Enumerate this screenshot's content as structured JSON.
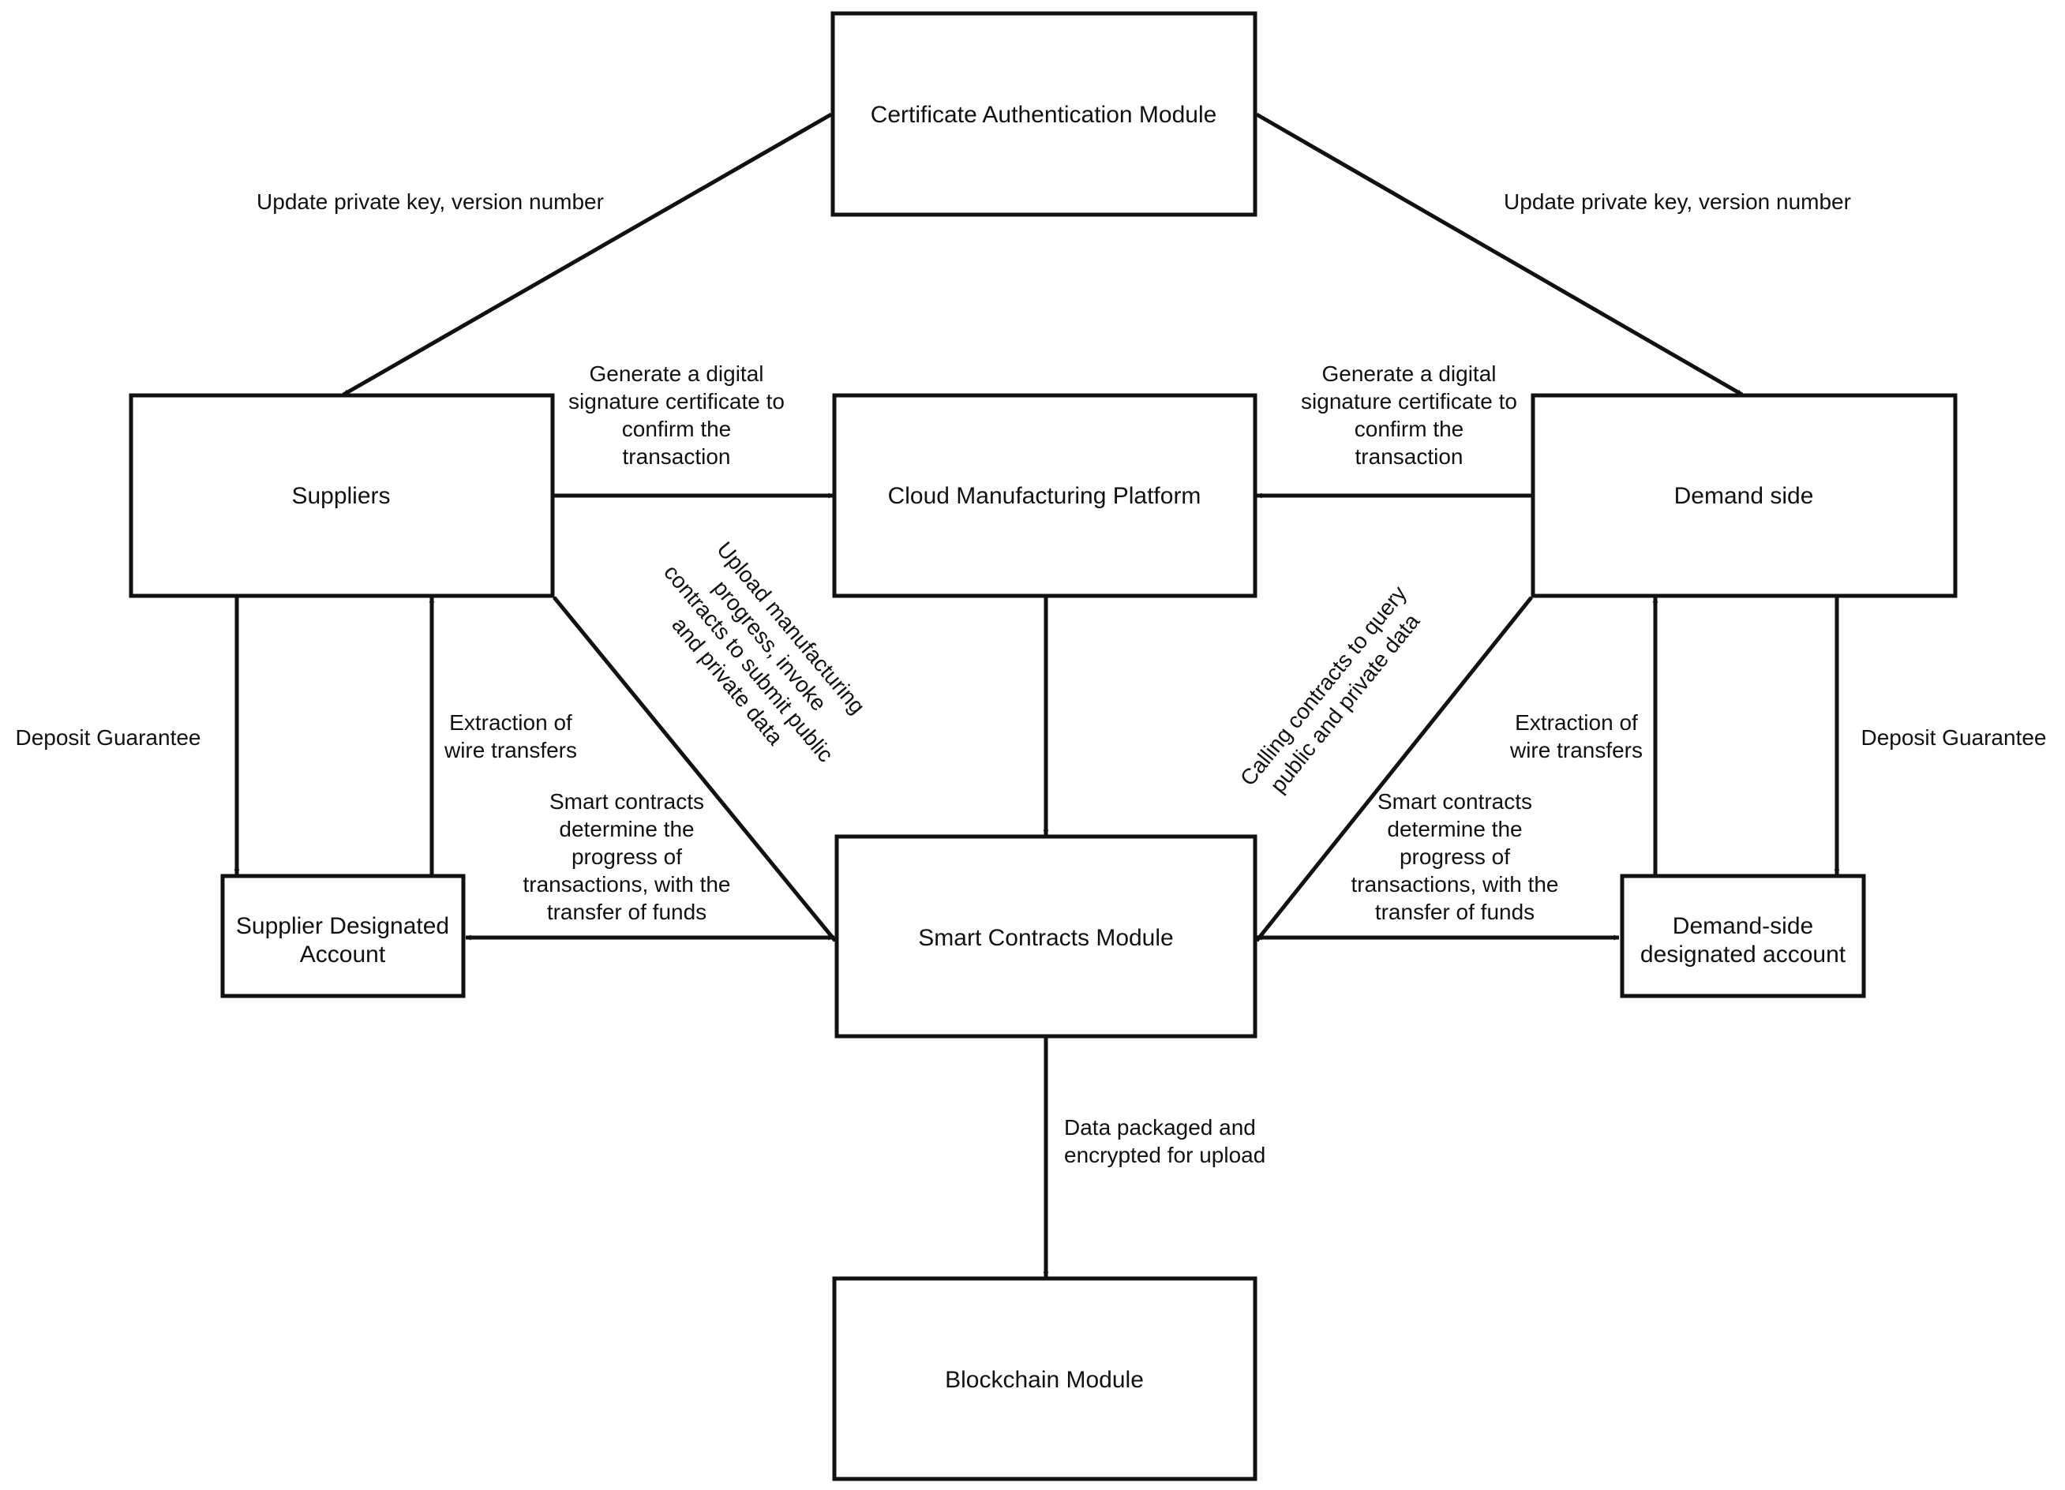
{
  "nodes": {
    "certificate": "Certificate Authentication Module",
    "suppliers": "Suppliers",
    "cloud": "Cloud Manufacturing Platform",
    "demand": "Demand side",
    "supplier_account": [
      "Supplier Designated",
      "Account"
    ],
    "smart_contracts": "Smart Contracts Module",
    "demand_account": [
      "Demand-side",
      "designated account"
    ],
    "blockchain": "Blockchain Module"
  },
  "edges": {
    "update_key_left": "Update private key, version number",
    "update_key_right": "Update private key, version number",
    "sign_left": [
      "Generate a digital",
      "signature certificate to",
      "confirm the",
      "transaction"
    ],
    "sign_right": [
      "Generate a digital",
      "signature certificate to",
      "confirm the",
      "transaction"
    ],
    "deposit_left": "Deposit Guarantee",
    "deposit_right": "Deposit Guarantee",
    "extract_left": [
      "Extraction of",
      "wire transfers"
    ],
    "extract_right": [
      "Extraction of",
      "wire transfers"
    ],
    "upload_progress": [
      "Upload manufacturing",
      "progress, invoke",
      "contracts to submit public",
      "and private data"
    ],
    "query_contracts": [
      "Calling contracts to query",
      "public and private data"
    ],
    "funds_left": [
      "Smart contracts",
      "determine the",
      "progress of",
      "transactions, with the",
      "transfer of funds"
    ],
    "funds_right": [
      "Smart contracts",
      "determine the",
      "progress of",
      "transactions, with the",
      "transfer of funds"
    ],
    "package_upload": [
      "Data packaged and",
      "encrypted for upload"
    ]
  }
}
